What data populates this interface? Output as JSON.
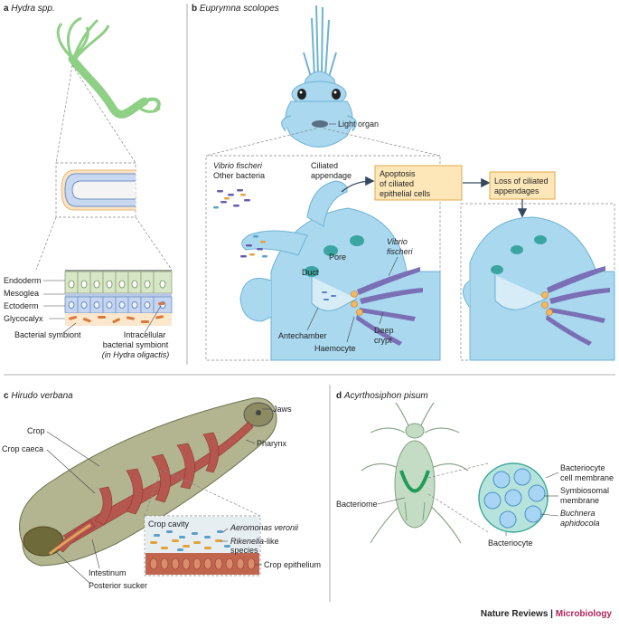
{
  "panels": {
    "a": {
      "letter": "a",
      "title": "Hydra spp.",
      "labels": {
        "endoderm": "Endoderm",
        "mesoglea": "Mesoglea",
        "ectoderm": "Ectoderm",
        "glycocalyx": "Glycocalyx",
        "bacterial_symbiont": "Bacterial symbiont",
        "intracellular_1": "Intracellular",
        "intracellular_2": "bacterial symbiont",
        "intracellular_3": "(in Hydra oligactis)"
      }
    },
    "b": {
      "letter": "b",
      "title": "Euprymna scolopes",
      "labels": {
        "light_organ": "Light organ",
        "vibrio_fischeri": "Vibrio fischeri",
        "other_bacteria": "Other bacteria",
        "ciliated_1": "Ciliated",
        "ciliated_2": "appendage",
        "apoptosis_1": "Apoptosis",
        "apoptosis_2": "of ciliated",
        "apoptosis_3": "epithelial cells",
        "loss_1": "Loss of ciliated",
        "loss_2": "appendages",
        "pore": "Pore",
        "vibrio_2a": "Vibrio",
        "vibrio_2b": "fischeri",
        "duct": "Duct",
        "antechamber": "Antechamber",
        "haemocyte": "Haemocyte",
        "deep_1": "Deep",
        "deep_2": "crypt"
      }
    },
    "c": {
      "letter": "c",
      "title": "Hirudo verbana",
      "labels": {
        "jaws": "Jaws",
        "pharynx": "Pharynx",
        "crop": "Crop",
        "crop_caeca": "Crop caeca",
        "crop_cavity": "Crop cavity",
        "aeromonas": "Aeromonas veronii",
        "rikenella_a": "Rikenella",
        "rikenella_b": "-like",
        "species": "species",
        "crop_epithelium": "Crop epithelium",
        "intestinum": "Intestinum",
        "posterior_sucker": "Posterior sucker"
      }
    },
    "d": {
      "letter": "d",
      "title": "Acyrthosiphon pisum",
      "labels": {
        "bacteriome": "Bacteriome",
        "bacteriocyte": "Bacteriocyte",
        "membrane_1": "Bacteriocyte",
        "membrane_2": "cell membrane",
        "symbio_1": "Symbiosomal",
        "symbio_2": "membrane",
        "buchnera_1": "Buchnera",
        "buchnera_2": "aphidocola"
      }
    }
  },
  "footer": {
    "journal": "Nature Reviews",
    "sep": " | ",
    "section": "Microbiology"
  },
  "colors": {
    "squid": "#a9d8ef",
    "squid_stroke": "#6fb2d4",
    "hydra": "#8fcf86",
    "leech_body": "#b2b58f",
    "leech_gut": "#b5574e",
    "aphid": "#c3dcc3",
    "box_fill": "#fde7b8",
    "box_stroke": "#e0a84a"
  }
}
